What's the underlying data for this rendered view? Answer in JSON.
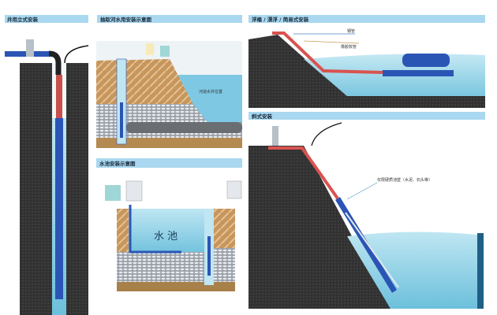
{
  "panels": {
    "well": {
      "title": "井用立式安装"
    },
    "river": {
      "title": "抽取河水用安装示意图",
      "note": "河道水井位置"
    },
    "pool": {
      "title": "水池安装示意图",
      "pool_label": "水 池"
    },
    "float": {
      "title": "浮桶 / 漂浮 / 简易式安装",
      "steel_pipe": "钢管",
      "rubber_hose": "橡胶软管"
    },
    "incline": {
      "title": "斜式安装",
      "note": "仅限硬质池壁（水泥、石头等）"
    }
  },
  "colors": {
    "header_bg": "#a9d8f0",
    "water": "#7ec8e3",
    "ground": "#3a3a3a",
    "pipe_blue": "#2b55b5",
    "pipe_red": "#d9534f"
  }
}
